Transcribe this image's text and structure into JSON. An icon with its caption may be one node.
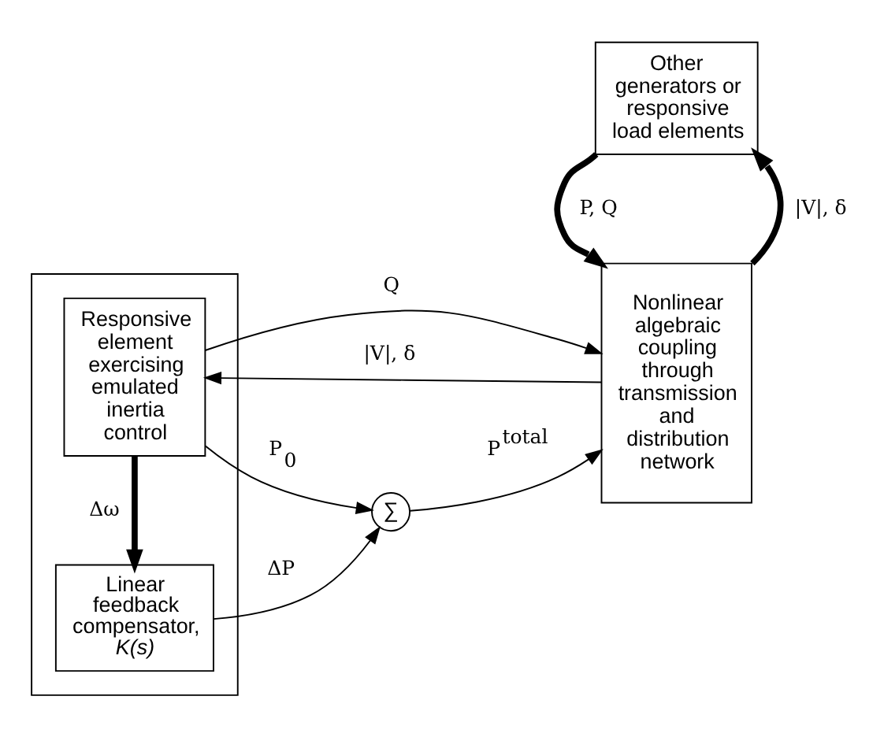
{
  "diagram": {
    "nodes": [
      {
        "text": [],
        "shape": "box"
      },
      {
        "text": [
          "Responsive element exercising emulated inertia control"
        ],
        "in": 0
      },
      {
        "text": [
          "Linear feedback compensator, *K(s)*"
        ],
        "in": 0
      },
      {
        "text": [
          "∑"
        ]
      },
      {
        "text": [
          "Nonlinear algebraic coupling through transmission and distribution network"
        ]
      },
      {
        "text": [
          "Other generators or responsive load elements"
        ]
      }
    ],
    "edges": [
      {
        "from": 4,
        "to": 1,
        "arrow": "to",
        "label": "|V|, δ"
      },
      {
        "from": 1,
        "to": 4,
        "arrow": "to",
        "label": "Q"
      },
      {
        "from": 1,
        "to": 3,
        "arrow": "to",
        "label": "P$_{0}$"
      },
      {
        "from": 3,
        "to": 4,
        "arrow": "to",
        "label": "P$^{total}$"
      },
      {
        "from": 1,
        "to": 2,
        "arrow": "to",
        "label": "Δω",
        "style": "thick"
      },
      {
        "from": 2,
        "to": 3,
        "arrow": "to",
        "label": "ΔP"
      },
      {
        "from": 5,
        "to": 4,
        "arrow": "to",
        "label": "P, Q",
        "style": "thick"
      },
      {
        "from": 4,
        "to": 5,
        "arrow": "to",
        "label": "|V|, δ",
        "style": "thick"
      }
    ]
  }
}
